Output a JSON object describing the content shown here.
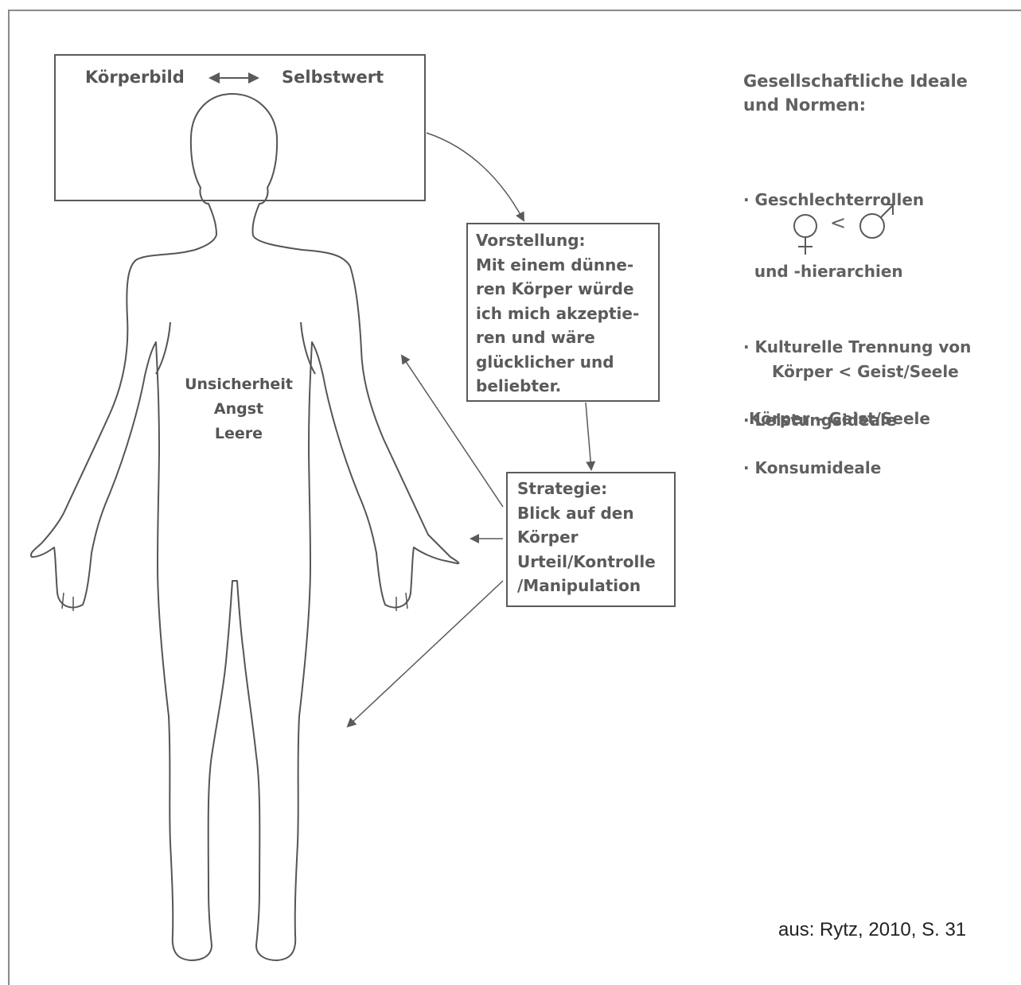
{
  "top_box": {
    "left_label": "Körperbild",
    "right_label": "Selbstwert"
  },
  "body_labels": [
    "Unsicherheit",
    "Angst",
    "Leere"
  ],
  "vorstellung": {
    "heading": "Vorstellung:",
    "lines": [
      "Mit einem dünne-",
      "ren Körper würde",
      "ich mich akzeptie-",
      "ren und wäre",
      "glücklicher und",
      "beliebter."
    ]
  },
  "strategie": {
    "heading": "Strategie:",
    "lines": [
      "Blick auf den",
      "Körper",
      "Urteil/Kontrolle",
      "/Manipulation"
    ]
  },
  "ideals": {
    "title_lines": [
      "Gesellschaftliche Ideale",
      "und Normen:"
    ],
    "item1_lines": [
      "· Geschlechterrollen",
      "  und -hierarchien"
    ],
    "gender_comparison": "<",
    "item2_lines": [
      "· Kulturelle Trennung von",
      " Körper – Geist/Seele"
    ],
    "item2_comparison": "Körper < Geist/Seele",
    "item3": "· Leistungsideale",
    "item4": "· Konsumideale"
  },
  "citation": "aus: Rytz, 2010, S. 31",
  "colors": {
    "line": "#5a5a5a",
    "text": "#555555",
    "frame": "#8a8a8a"
  },
  "icons": [
    "double-arrow-icon",
    "female-symbol-icon",
    "male-symbol-icon"
  ]
}
